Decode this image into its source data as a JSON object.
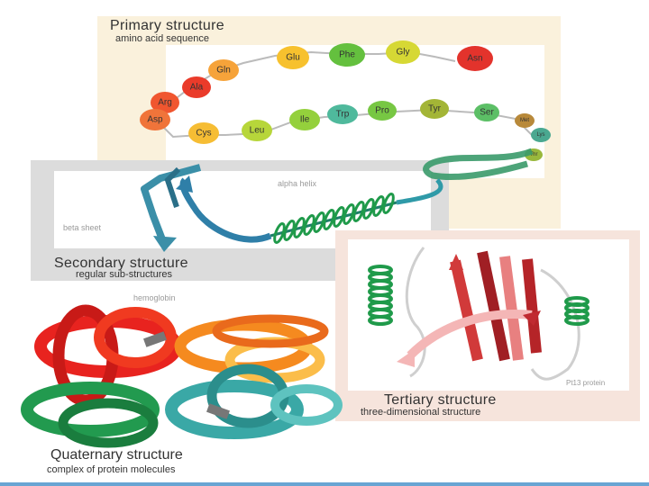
{
  "primary": {
    "title": "Primary structure",
    "subtitle": "amino acid sequence",
    "residues": [
      {
        "name": "Arg",
        "color": "#f0562f"
      },
      {
        "name": "Ala",
        "color": "#ea3b2a"
      },
      {
        "name": "Gln",
        "color": "#f6a33a"
      },
      {
        "name": "Glu",
        "color": "#f7c12e"
      },
      {
        "name": "Phe",
        "color": "#64c03e"
      },
      {
        "name": "Gly",
        "color": "#d6d834"
      },
      {
        "name": "Asn",
        "color": "#e3332c"
      },
      {
        "name": "Asp",
        "color": "#f0743a"
      },
      {
        "name": "Cys",
        "color": "#f6bd34"
      },
      {
        "name": "Leu",
        "color": "#b7d63a"
      },
      {
        "name": "Ile",
        "color": "#94d03c"
      },
      {
        "name": "Trp",
        "color": "#4fb99c"
      },
      {
        "name": "Pro",
        "color": "#77c743"
      },
      {
        "name": "Tyr",
        "color": "#a3b536"
      },
      {
        "name": "Ser",
        "color": "#5cbf66"
      },
      {
        "name": "Met",
        "color": "#b8893a"
      },
      {
        "name": "Lys",
        "color": "#4aa890"
      },
      {
        "name": "Thr",
        "color": "#99b83c"
      }
    ]
  },
  "secondary": {
    "title": "Secondary structure",
    "subtitle": "regular sub-structures",
    "alpha_label": "alpha helix",
    "beta_label": "beta sheet"
  },
  "tertiary": {
    "title": "Tertiary structure",
    "subtitle": "three-dimensional structure",
    "protein_label": "Pt13 protein"
  },
  "quaternary": {
    "title": "Quaternary structure",
    "subtitle": "complex of protein molecules",
    "protein_label": "hemoglobin"
  },
  "colors": {
    "helix_teal": "#2f9aa8",
    "helix_green": "#1f9a4a",
    "sheet_red": "#c8202a",
    "heme_red": "#e8231f",
    "heme_orange": "#f58a1f",
    "heme_green": "#229a4f",
    "heme_teal": "#3aa8a6"
  }
}
